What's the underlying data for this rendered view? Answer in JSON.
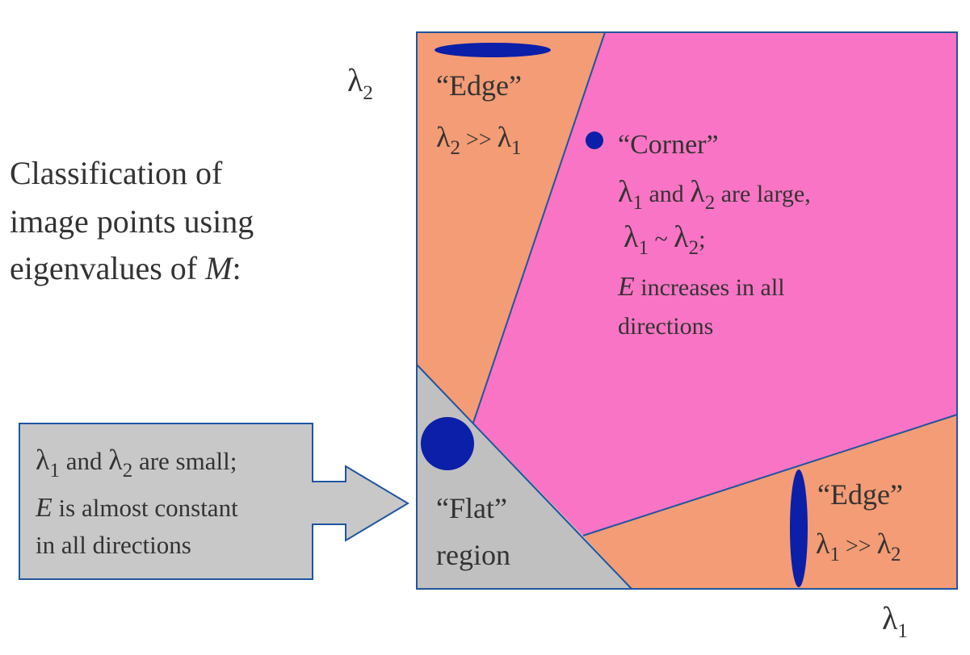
{
  "colors": {
    "edge_region": "#f39c75",
    "corner_region": "#f974c4",
    "flat_region": "#c0c0c0",
    "outline": "#2055a0",
    "marker": "#0b1fa8",
    "callout_fill": "#c8c8c8",
    "text": "#333333"
  },
  "axes": {
    "lambda": "λ",
    "y_sub": "2",
    "x_sub": "1"
  },
  "caption": {
    "line1": "Classification of",
    "line2": "image points using",
    "line3_prefix": "eigenvalues of ",
    "line3_var": "M",
    "line3_suffix": ":"
  },
  "edge_top": {
    "title": "“Edge”",
    "lambda": "λ",
    "sub_a": "2",
    "relation": " >> ",
    "sub_b": "1"
  },
  "corner": {
    "title": "“Corner”",
    "lambda": "λ",
    "l1_sub": "1",
    "l1_mid": " and ",
    "l1_sub2": "2",
    "l1_end": " are large,",
    "l2_sub": "1",
    "l2_mid": " ~ ",
    "l2_sub2": "2",
    "l2_end": ";",
    "l3_var": "E",
    "l3_rest": " increases in all",
    "l4": "directions"
  },
  "flat": {
    "line1": "“Flat”",
    "line2": "region"
  },
  "edge_bottom": {
    "title": "“Edge”",
    "lambda": "λ",
    "sub_a": "1",
    "relation": " >> ",
    "sub_b": "2"
  },
  "callout": {
    "lambda": "λ",
    "l1_sub": "1",
    "l1_mid": " and ",
    "l1_sub2": "2",
    "l1_end": " are small;",
    "l2_var": "E",
    "l2_rest": " is almost constant",
    "l3": "in all directions"
  }
}
